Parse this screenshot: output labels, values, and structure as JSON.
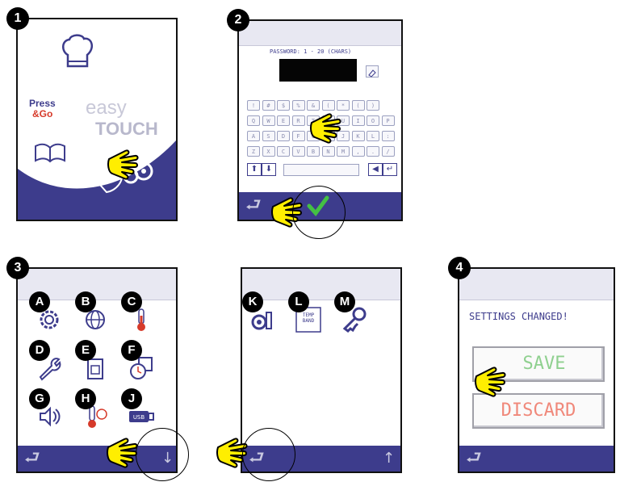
{
  "steps": [
    "1",
    "2",
    "3",
    "4"
  ],
  "screen1": {
    "brand_press": "Press",
    "brand_go": "&Go",
    "easy": "easy",
    "touch": "TOUCH",
    "icons": [
      "chef-hat-icon",
      "book-icon",
      "settings-hand-gears-icon"
    ]
  },
  "screen2": {
    "password_label": "PASSWORD: 1 - 20 (CHARS)",
    "keyboard_rows": [
      [
        "!",
        "#",
        "$",
        "%",
        "&",
        "(",
        "*",
        "(",
        ")"
      ],
      [
        "Q",
        "W",
        "E",
        "R",
        "T",
        "Y",
        "U",
        "I",
        "O",
        "P"
      ],
      [
        "A",
        "S",
        "D",
        "F",
        "G",
        "H",
        "J",
        "K",
        "L",
        ":"
      ],
      [
        "Z",
        "X",
        "C",
        "V",
        "B",
        "N",
        "M",
        ",",
        ".",
        "/"
      ]
    ],
    "confirm_icon": "checkmark-icon"
  },
  "screen3": {
    "letters": [
      "A",
      "B",
      "C",
      "D",
      "E",
      "F",
      "G",
      "H",
      "J"
    ],
    "icons": [
      "gear-icon",
      "globe-icon",
      "thermometer-icon",
      "wrench-icon",
      "document-icon",
      "clock-calendar-icon",
      "speaker-icon",
      "thermometer-clock-icon",
      "usb-icon"
    ],
    "usb_label": "USB",
    "scroll_icon": "down-arrow-icon"
  },
  "screen3b": {
    "letters": [
      "K",
      "L",
      "M"
    ],
    "temp_band_label": "TEMP BAND",
    "icons": [
      "probe-icon",
      "temp-band-icon",
      "key-icon"
    ],
    "scroll_icon": "up-arrow-icon"
  },
  "screen4": {
    "message": "SETTINGS CHANGED!",
    "save_label": "SAVE",
    "discard_label": "DISCARD"
  },
  "colors": {
    "bar": "#3d3c8c",
    "arrow": "#a9a9a9",
    "hand": "#ffee00",
    "save": "#8fd08f",
    "discard": "#f0887a",
    "check": "#44c044"
  }
}
